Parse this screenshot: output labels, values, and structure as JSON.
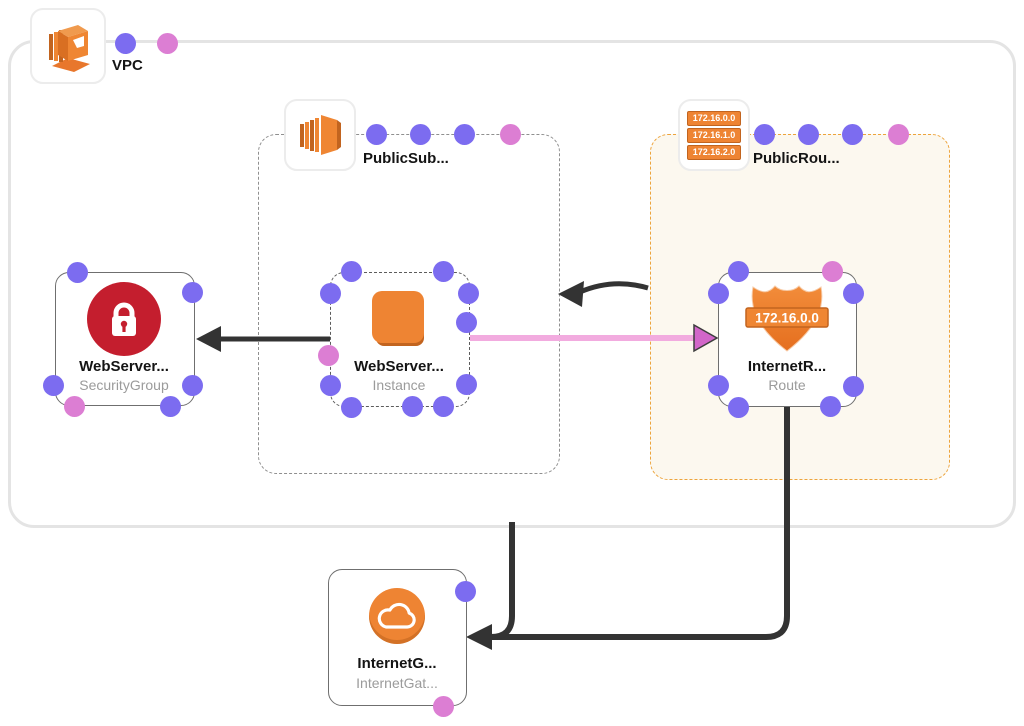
{
  "diagram": {
    "vpc": {
      "label": "VPC"
    },
    "subnet_container": {
      "label": "PublicSub..."
    },
    "route_table_container": {
      "label": "PublicRou...",
      "routes": {
        "r1": "172.16.0.0",
        "r2": "172.16.1.0",
        "r3": "172.16.2.0"
      }
    },
    "nodes": {
      "security_group": {
        "title": "WebServer...",
        "subtitle": "SecurityGroup"
      },
      "instance": {
        "title": "WebServer...",
        "subtitle": "Instance"
      },
      "route": {
        "title": "InternetR...",
        "subtitle": "Route",
        "badge": "172.16.0.0"
      },
      "internet_gateway": {
        "title": "InternetG...",
        "subtitle": "InternetGat..."
      }
    },
    "colors": {
      "aws_orange": "#ee8433",
      "aws_orange_dark": "#c2641f",
      "security_red": "#c41e2e",
      "anchor_purple": "#7c6cf0",
      "anchor_pink": "#dc7ed3",
      "link_black": "#333333",
      "link_pink": "#f2abdf",
      "route_container_border": "#eda43c"
    }
  }
}
